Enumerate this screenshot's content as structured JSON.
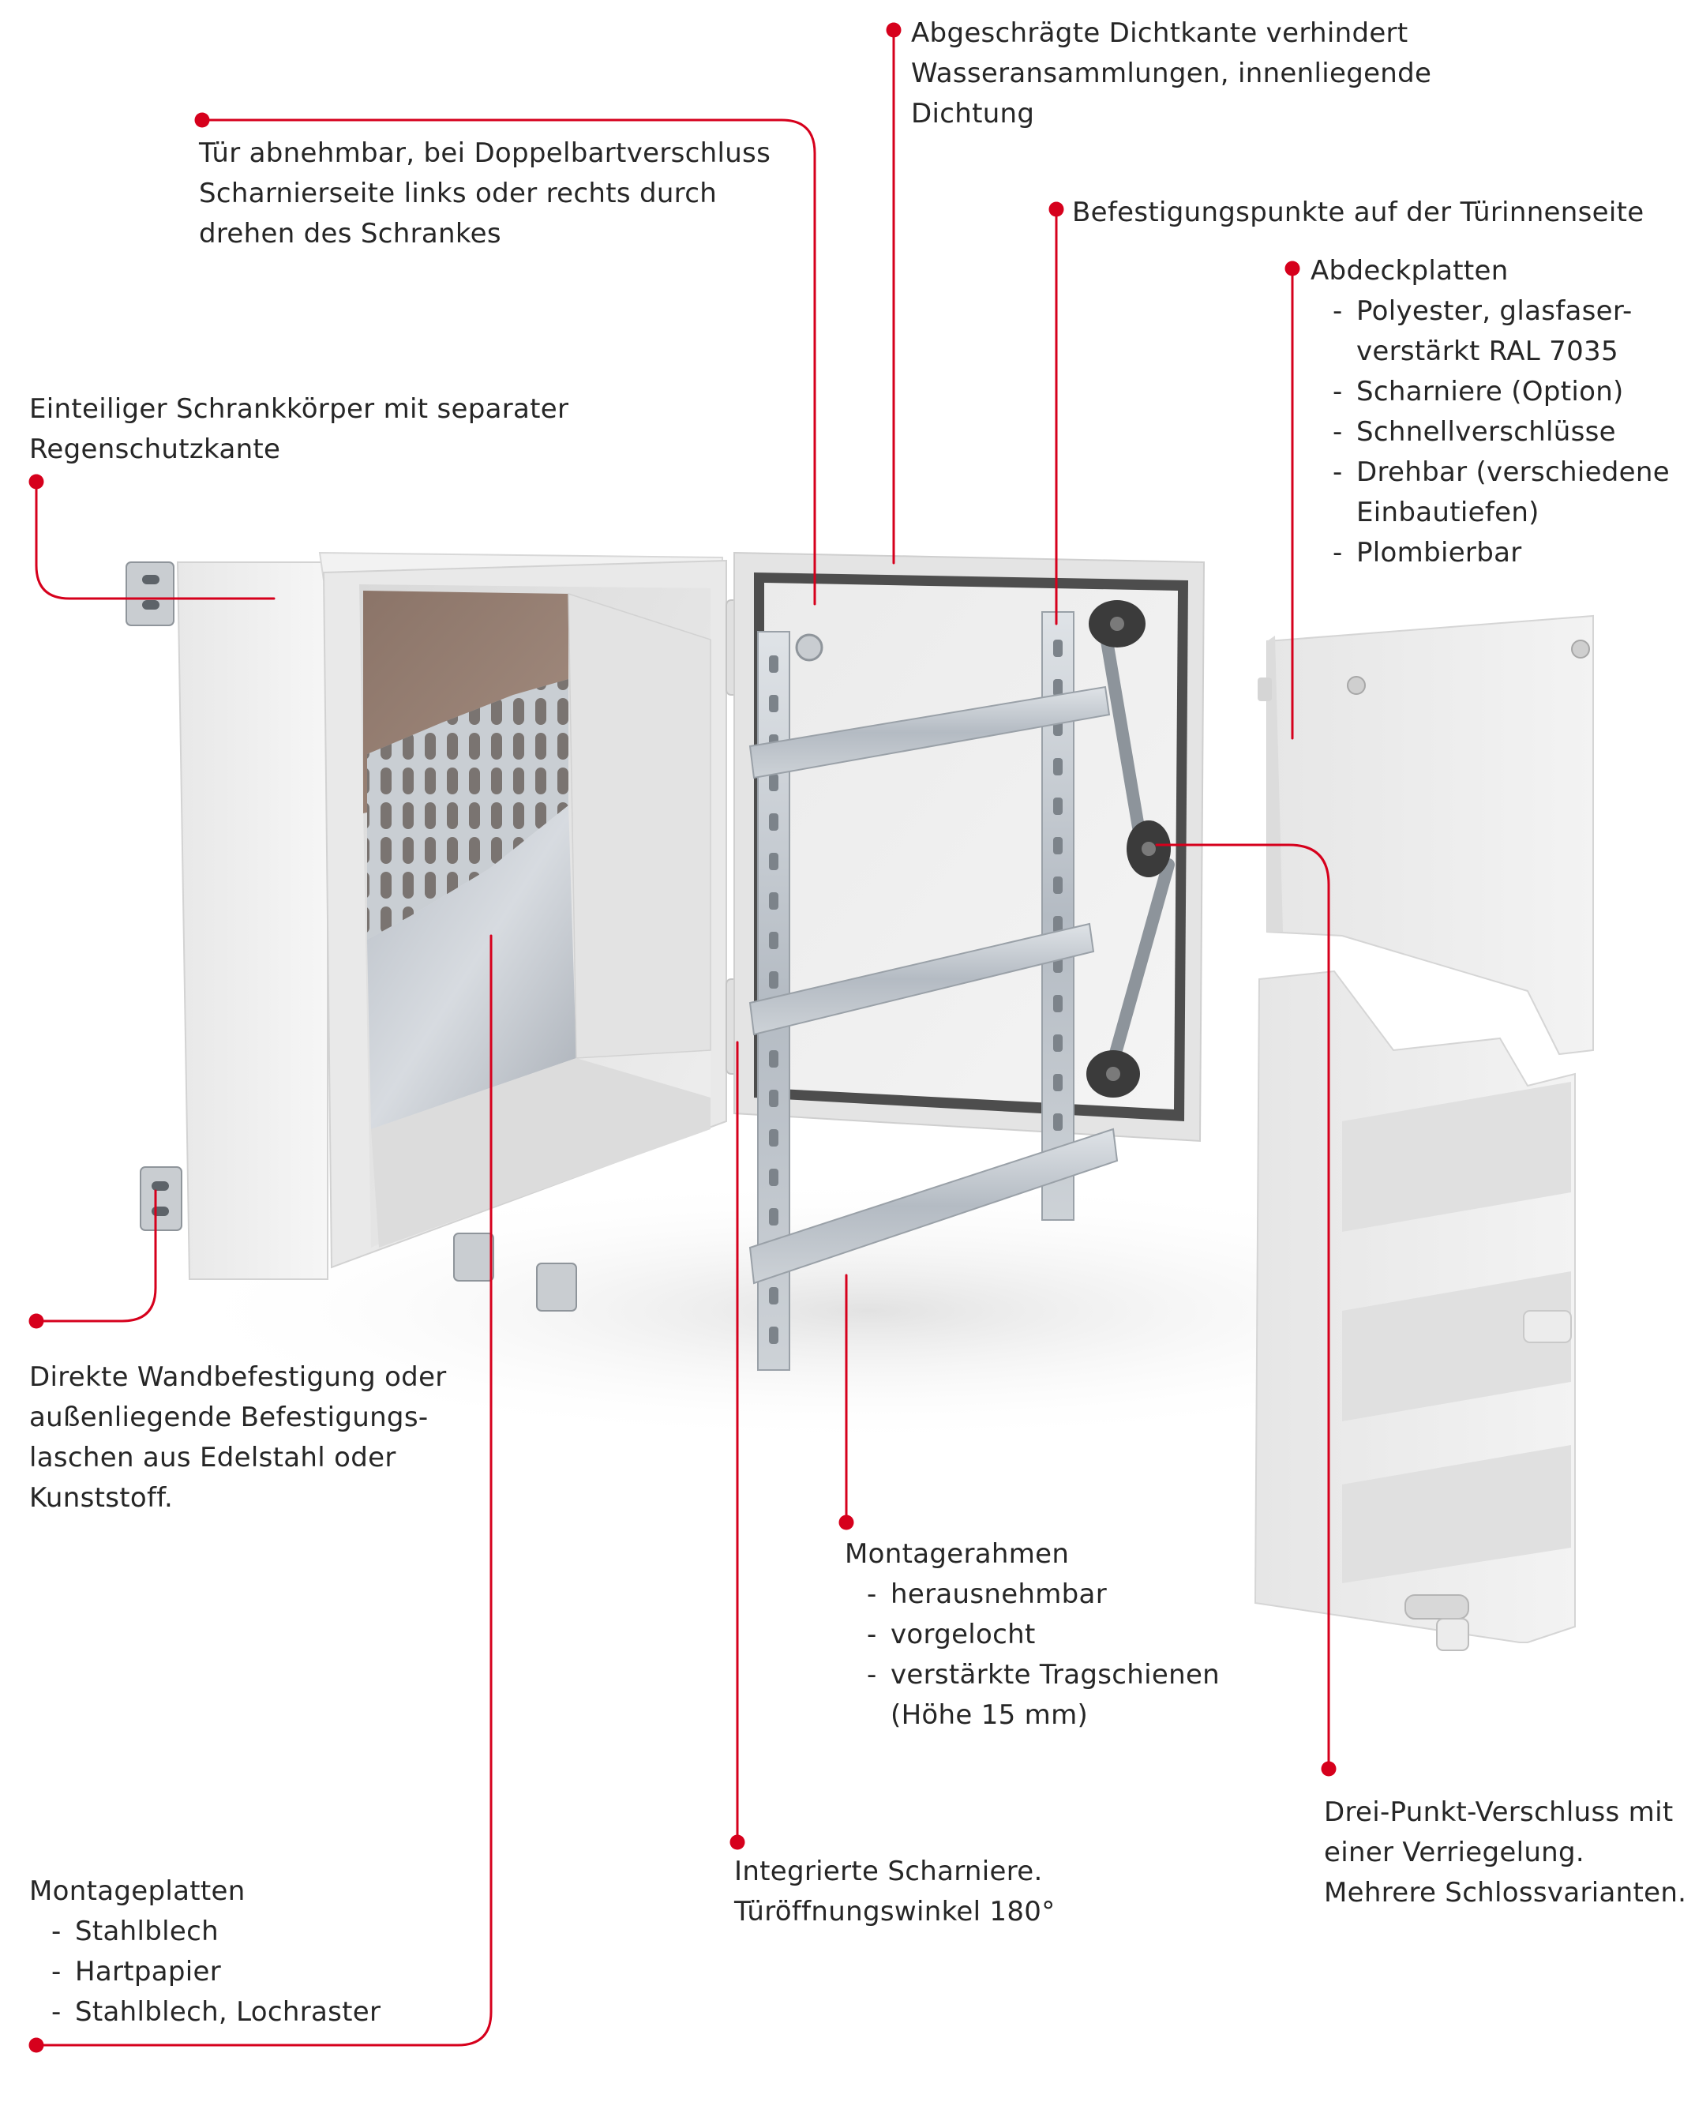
{
  "colors": {
    "accent": "#d6001c",
    "text": "#262626",
    "cabinet": "#eeeeee",
    "steel": "#c4c9cf"
  },
  "callouts": {
    "dichtkante": {
      "lines": [
        "Abgeschrägte Dichtkante verhindert",
        "Wasseransammlungen, innenliegende",
        "Dichtung"
      ]
    },
    "tuer": {
      "lines": [
        "Tür abnehmbar, bei Doppelbartverschluss",
        "Scharnierseite links oder rechts durch",
        "drehen des Schrankes"
      ]
    },
    "befestigungspunkte": {
      "lines": [
        "Befestigungspunkte auf der Türinnenseite"
      ]
    },
    "abdeckplatten": {
      "title": "Abdeckplatten",
      "items": [
        [
          "Polyester, glasfaser-",
          "verstärkt RAL 7035"
        ],
        [
          "Scharniere (Option)"
        ],
        [
          "Schnellverschlüsse"
        ],
        [
          "Drehbar (verschiedene",
          "Einbautiefen)"
        ],
        [
          "Plombierbar"
        ]
      ]
    },
    "schrankkoerper": {
      "lines": [
        "Einteiliger Schrankkörper mit separater",
        "Regenschutzkante"
      ]
    },
    "wandbefestigung": {
      "lines": [
        "Direkte Wandbefestigung oder",
        "außenliegende Befestigungs-",
        "laschen aus Edelstahl oder",
        "Kunststoff."
      ]
    },
    "montagerahmen": {
      "title": "Montagerahmen",
      "items": [
        [
          "herausnehmbar"
        ],
        [
          "vorgelocht"
        ],
        [
          "verstärkte Tragschienen",
          "(Höhe 15 mm)"
        ]
      ]
    },
    "verschluss": {
      "lines": [
        "Drei-Punkt-Verschluss mit",
        "einer Verriegelung.",
        "Mehrere Schlossvarianten."
      ]
    },
    "scharniere": {
      "lines": [
        "Integrierte Scharniere.",
        "Türöffnungswinkel 180°"
      ]
    },
    "montageplatten": {
      "title": "Montageplatten",
      "items": [
        [
          "Stahlblech"
        ],
        [
          "Hartpapier"
        ],
        [
          "Stahlblech, Lochraster"
        ]
      ]
    }
  }
}
